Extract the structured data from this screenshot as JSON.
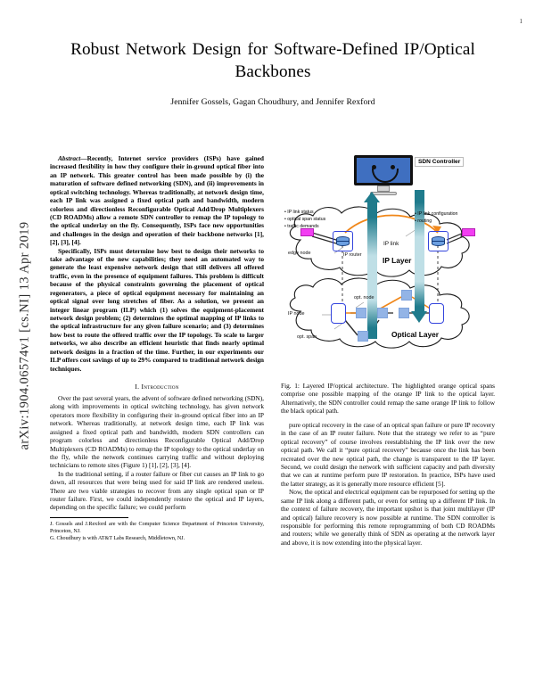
{
  "document": {
    "page_number": "1",
    "arxiv_stamp": "arXiv:1904.06574v1  [cs.NI]  13 Apr 2019",
    "title": "Robust Network Design for Software-Defined IP/Optical Backbones",
    "authors": "Jennifer Gossels, Gagan Choudhury, and Jennifer Rexford"
  },
  "abstract": {
    "label": "Abstract",
    "dash": "—",
    "para1": "Recently, Internet service providers (ISPs) have gained increased flexibility in how they configure their in-ground optical fiber into an IP network. This greater control has been made possible by (i) the maturation of software defined networking (SDN), and (ii) improvements in optical switching technology. Whereas traditionally, at network design time, each IP link was assigned a fixed optical path and bandwidth, modern colorless and directionless Reconfigurable Optical Add/Drop Multiplexers (CD ROADMs) allow a remote SDN controller to remap the IP topology to the optical underlay on the fly. Consequently, ISPs face new opportunities and challenges in the design and operation of their backbone networks [1], [2], [3], [4].",
    "para1_italic_a": "design",
    "para1_italic_b": "operation",
    "para2": "Specifically, ISPs must determine how best to design their networks to take advantage of the new capabilities; they need an automated way to generate the least expensive network design that still delivers all offered traffic, even in the presence of equipment failures. This problem is difficult because of the physical constraints governing the placement of optical regenerators, a piece of optical equipment necessary for maintaining an optical signal over long stretches of fiber. As a solution, we present an integer linear program (ILP) which (1) solves the equipment-placement network design problem; (2) determines the optimal mapping of IP links to the optical infrastructure for any given failure scenario; and (3) determines how best to route the offered traffic over the IP topology. To scale to larger networks, we also describe an efficient heuristic that finds nearly optimal network designs in a fraction of the time. Further, in our experiments our ILP offers cost savings of up to 29% compared to traditional network design techniques."
  },
  "sections": {
    "introduction_heading": "I.  Introduction",
    "intro_para1": "Over the past several years, the advent of software defined networking (SDN), along with improvements in optical switching technology, has given network operators more flexibility in configuring their in-ground optical fiber into an IP network. Whereas traditionally, at network design time, each IP link was assigned a fixed optical path and bandwidth, modern SDN controllers can program colorless and directionless Reconfigurable Optical Add/Drop Multiplexers (CD ROADMs) to remap the IP topology to the optical underlay on the fly, while the network continues carrying traffic and without deploying technicians to remote sites (Figure 1) [1], [2], [3], [4].",
    "intro_para2": "In the traditional setting, if a router failure or fiber cut causes an IP link to go down, all resources that were being used for said IP link are rendered useless. There are two viable strategies to recover from any single optical span or IP router failure. First, we could independently restore the optical and IP layers, depending on the specific failure; we could perform",
    "right_para1": "pure optical recovery in the case of an optical span failure or pure IP recovery in the case of an IP router failure. Note that the strategy we refer to as “pure optical recovery” of course involves reestablishing the IP link over the new optical path. We call it “pure optical recovery” because once the link has been recreated over the new optical path, the change is transparent to the IP layer. Second, we could design the network with sufficient capacity and path diversity that we can at runtime perform pure IP restoration. In practice, ISPs have used the latter strategy, as it is generally more resource efficient [5].",
    "right_para2": "Now, the optical and electrical equipment can be repurposed for setting up the same IP link along a different path, or even for setting up a different IP link. In the context of failure recovery, the important upshot is that joint multilayer (IP and optical) failure recovery is now possible at runtime. The SDN controller is responsible for performing this remote reprogramming of both CD ROADMs and routers; while we generally think of SDN as operating at the network layer and above, it is now extending into the physical layer."
  },
  "figure": {
    "caption_label": "Fig. 1:",
    "caption_text": "Fig. 1: Layered IP/optical architecture. The highlighted orange optical spans comprise one possible mapping of the orange IP link to the optical layer. Alternatively, the SDN controller could remap the same orange IP link to follow the black optical path.",
    "sdn_controller_label": "SDN Controller",
    "upstream_bullets": "• IP link status\n• optical span status\n• traffic demands",
    "downstream_bullets": "• IP link configuration\n• routing",
    "ip_layer_label": "IP Layer",
    "optical_layer_label": "Optical Layer",
    "edge_node_label": "edge node",
    "ip_router_label": "IP router",
    "ip_link_label": "IP link",
    "ip_node_label": "IP node",
    "opt_node_label": "opt. node",
    "opt_span_label": "opt. span",
    "colors": {
      "orange": "#f0871a",
      "controller_blue": "#3f6fc0",
      "arrow_teal": "#1f7b8c",
      "magenta": "#f23ef2",
      "node_blue": "#93b4e6",
      "outline_blue": "#3344dd"
    }
  },
  "footnotes": {
    "line1": "J. Gossels and J.Rexford are with the Computer Science Department of Princeton University, Princeton, NJ.",
    "line2": "G. Choudhury is with AT&T Labs Research, Middletown, NJ."
  }
}
